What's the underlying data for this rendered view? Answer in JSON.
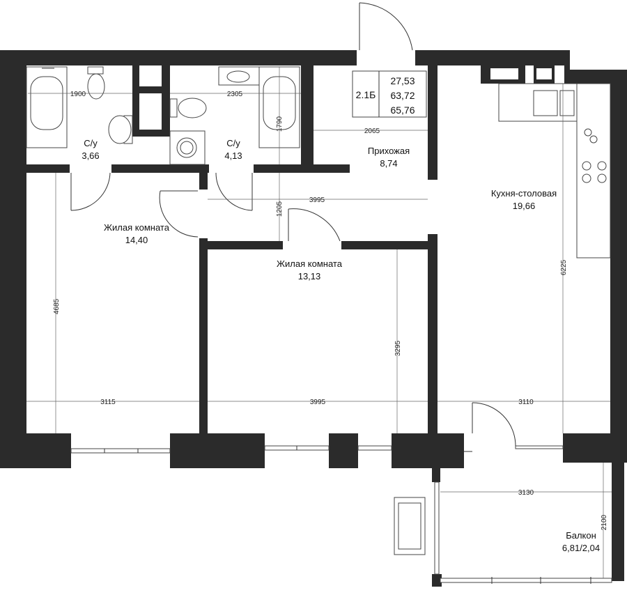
{
  "plan": {
    "unit_legend": {
      "code": "2.1Б",
      "areas": [
        "27,53",
        "63,72",
        "65,76"
      ]
    },
    "rooms": [
      {
        "name": "С/у",
        "area": "3,66"
      },
      {
        "name": "С/у",
        "area": "4,13"
      },
      {
        "name": "Прихожая",
        "area": "8,74"
      },
      {
        "name": "Кухня-столовая",
        "area": "19,66"
      },
      {
        "name": "Жилая комната",
        "area": "14,40"
      },
      {
        "name": "Жилая комната",
        "area": "13,13"
      },
      {
        "name": "Балкон",
        "area": "6,81/2,04"
      }
    ],
    "dimensions": [
      "1900",
      "2305",
      "1790",
      "2065",
      "3995",
      "1205",
      "4685",
      "3295",
      "6225",
      "3115",
      "3995",
      "3110",
      "3130",
      "2100"
    ]
  }
}
